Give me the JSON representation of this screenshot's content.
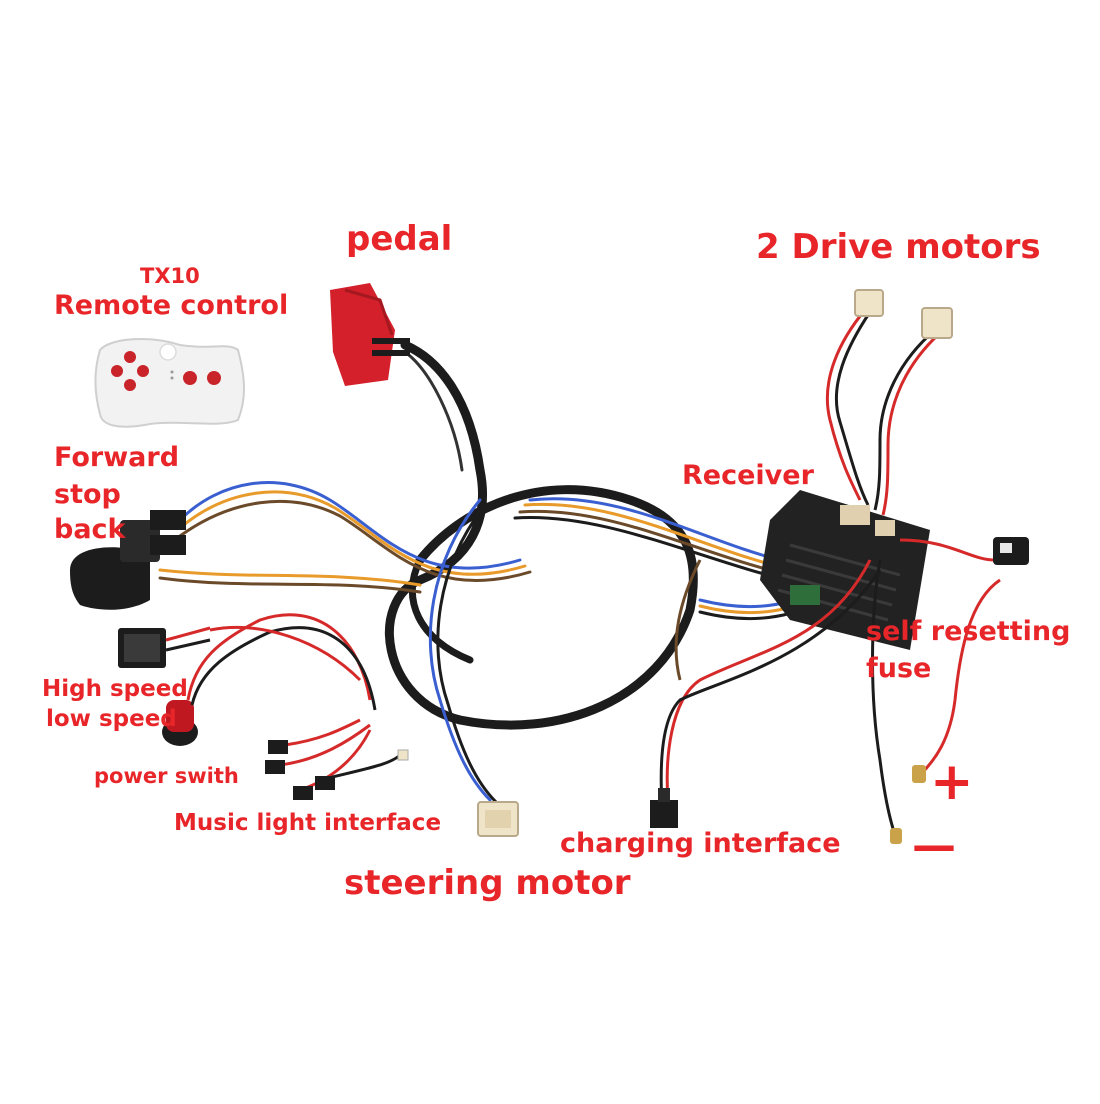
{
  "labels": {
    "pedal": "pedal",
    "drive_motors": "2 Drive motors",
    "tx10": "TX10",
    "remote_control": "Remote control",
    "forward": "Forward",
    "stop": "stop",
    "back": "back",
    "receiver": "Receiver",
    "self_resetting": "self resetting",
    "fuse": "fuse",
    "high_speed": "High speed",
    "low_speed": "low speed",
    "power_switch": "power swith",
    "music_light": "Music light interface",
    "charging": "charging interface",
    "steering_motor": "steering motor",
    "plus": "+",
    "minus": "—"
  },
  "colors": {
    "label": "#e8262a",
    "wire_black": "#1c1c1c",
    "wire_red": "#d62a2a",
    "wire_blue": "#3a5fd0",
    "wire_orange": "#e89a2a",
    "wire_brown": "#6b4a2a",
    "remote_body": "#f2f2f2",
    "remote_button": "#c8242a",
    "pedal": "#d4202a",
    "connector": "#f0e4c8",
    "receiver_box": "#222222"
  }
}
